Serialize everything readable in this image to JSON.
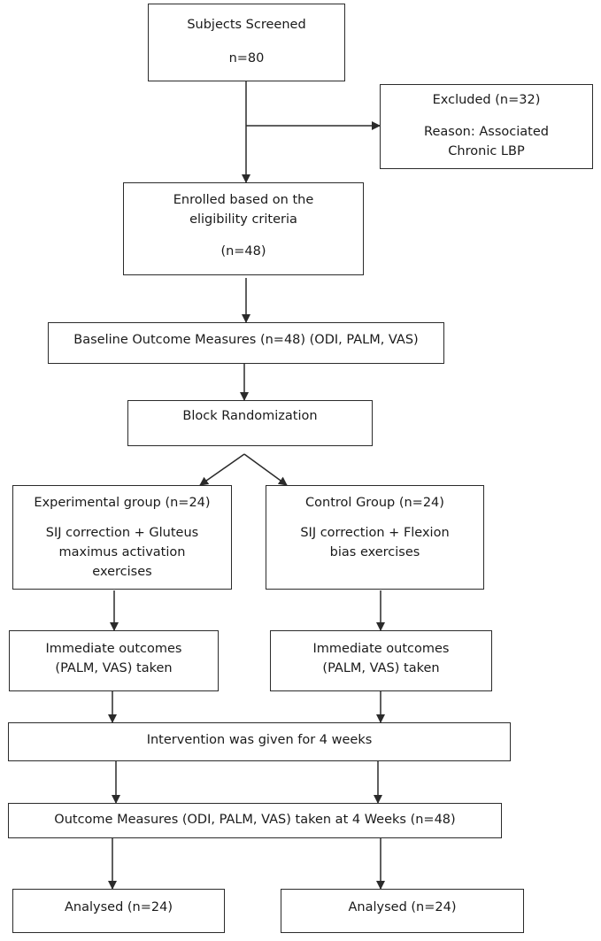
{
  "flowchart": {
    "screened": {
      "title": "Subjects Screened",
      "count": "n=80"
    },
    "excluded": {
      "title": "Excluded (n=32)",
      "reason_line1": "Reason: Associated",
      "reason_line2": "Chronic LBP"
    },
    "enrolled": {
      "line1": "Enrolled based on the",
      "line2": "eligibility criteria",
      "count": "(n=48)"
    },
    "baseline": {
      "text": "Baseline Outcome Measures (n=48) (ODI, PALM, VAS)"
    },
    "randomization": {
      "text": "Block Randomization"
    },
    "experimental": {
      "title": "Experimental group (n=24)",
      "line1": "SIJ correction + Gluteus",
      "line2": "maximus activation",
      "line3": "exercises"
    },
    "control": {
      "title": "Control Group (n=24)",
      "line1": "SIJ correction + Flexion",
      "line2": "bias exercises"
    },
    "immediate_left": {
      "line1": "Immediate outcomes",
      "line2": "(PALM, VAS) taken"
    },
    "immediate_right": {
      "line1": "Immediate outcomes",
      "line2": "(PALM, VAS) taken"
    },
    "intervention": {
      "text": "Intervention was given for 4 weeks"
    },
    "outcome_4w": {
      "text": "Outcome Measures (ODI, PALM, VAS) taken at 4 Weeks (n=48)"
    },
    "analysed_left": {
      "text": "Analysed (n=24)"
    },
    "analysed_right": {
      "text": "Analysed (n=24)"
    }
  }
}
